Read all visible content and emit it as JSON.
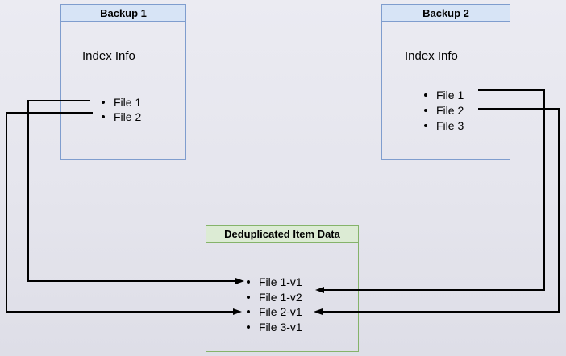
{
  "colors": {
    "background": "#e5e5ed",
    "blue_box_border": "#7f9dce",
    "blue_box_header_fill": "#d7e4f6",
    "green_box_border": "#85b36a",
    "green_box_header_fill": "#dcebd4",
    "connector_line": "#000000"
  },
  "backup1": {
    "title": "Backup 1",
    "index_label": "Index Info",
    "files": [
      "File 1",
      "File 2"
    ]
  },
  "backup2": {
    "title": "Backup 2",
    "index_label": "Index Info",
    "files": [
      "File 1",
      "File 2",
      "File 3"
    ]
  },
  "dedup": {
    "title": "Deduplicated Item Data",
    "items": [
      "File 1-v1",
      "File 1-v2",
      "File 2-v1",
      "File 3-v1"
    ]
  },
  "connections": [
    {
      "from": "Backup 1: File 1",
      "to": "File 1-v1",
      "enters_from": "left"
    },
    {
      "from": "Backup 1: File 2",
      "to": "File 2-v1",
      "enters_from": "left"
    },
    {
      "from": "Backup 2: File 1",
      "to": "File 1-v2",
      "enters_from": "right"
    },
    {
      "from": "Backup 2: File 2",
      "to": "File 2-v1",
      "enters_from": "right"
    }
  ]
}
